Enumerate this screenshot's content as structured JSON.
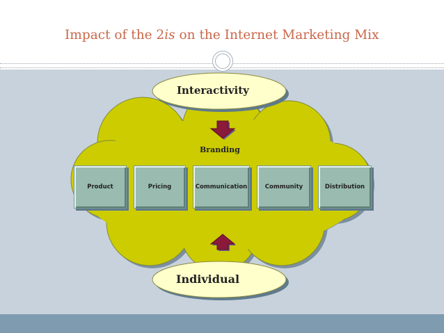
{
  "slide": {
    "title_pre": "Impact of the 2",
    "title_italic": "is",
    "title_post": " on the Internet Marketing Mix"
  },
  "diagram": {
    "top_ellipse": "Interactivity",
    "bottom_ellipse": "Individual",
    "center_label": "Branding",
    "mix_elements": [
      "Product",
      "Pricing",
      "Communication",
      "Community",
      "Distribution"
    ]
  },
  "colors": {
    "title": "#c8684a",
    "cloud_fill": "#cccc00",
    "ellipse_fill": "#ffffcc",
    "box_fill": "#99bbb0",
    "arrow_fill": "#8b1a3a",
    "panel_bg": "#c8d2dc",
    "footer_bg": "#7f9bb0"
  }
}
